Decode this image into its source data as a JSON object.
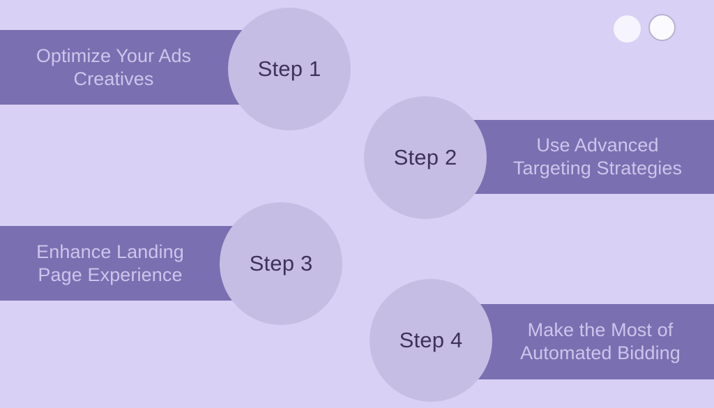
{
  "slide": {
    "background_color": "#d9d0f5",
    "bar_color": "#7a6fb0",
    "circle_color": "#c6bde5",
    "bar_text_color": "#cdc5ec",
    "circle_text_color": "#3d3359"
  },
  "decorations": {
    "dot_solid_name": "solid-dot",
    "dot_ring_name": "outlined-dot"
  },
  "steps": [
    {
      "badge": "Step 1",
      "title_line_1": "Optimize Your Ads",
      "title_line_2": "Creatives",
      "side": "bar-left"
    },
    {
      "badge": "Step 2",
      "title_line_1": "Use Advanced",
      "title_line_2": "Targeting Strategies",
      "side": "bar-right"
    },
    {
      "badge": "Step 3",
      "title_line_1": "Enhance Landing",
      "title_line_2": "Page Experience",
      "side": "bar-left"
    },
    {
      "badge": "Step 4",
      "title_line_1": "Make the Most of",
      "title_line_2": "Automated Bidding",
      "side": "bar-right"
    }
  ]
}
